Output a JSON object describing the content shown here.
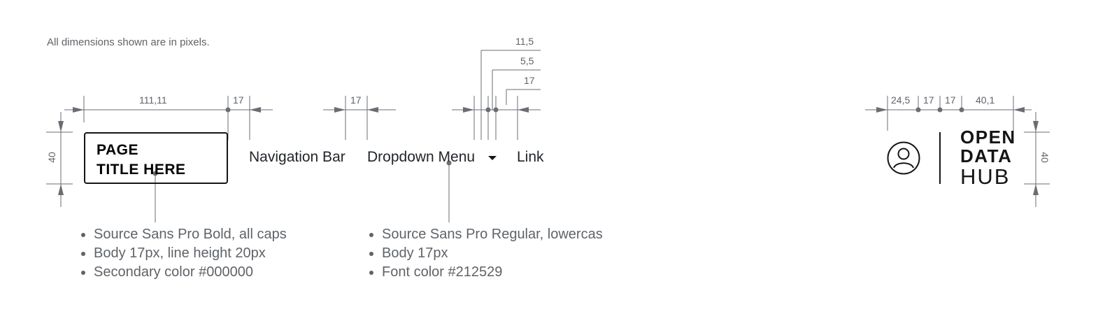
{
  "note": "All dimensions shown are in pixels.",
  "page_title": {
    "line1": "PAGE",
    "line2": "TITLE HERE"
  },
  "nav": {
    "navigation_bar": "Navigation Bar",
    "dropdown_menu": "Dropdown Menu",
    "link": "Link"
  },
  "brand": {
    "line1": "OPEN",
    "line2": "DATA",
    "line3": "HUB"
  },
  "dimensions": {
    "title_width": "111,11",
    "gap_1": "17",
    "gap_2": "17",
    "dd_11_5": "11,5",
    "dd_5_5": "5,5",
    "dd_17": "17",
    "height_left": "40",
    "r_24_5": "24,5",
    "r_17a": "17",
    "r_17b": "17",
    "r_40_1": "40,1",
    "height_right": "40"
  },
  "notes_left": [
    "Source Sans Pro Bold, all caps",
    "Body 17px, line height 20px",
    "Secondary color #000000"
  ],
  "notes_right": [
    "Source Sans Pro Regular, lowercas",
    "Body 17px",
    "Font color #212529"
  ],
  "colors": {
    "line": "#6a6e73",
    "text": "#212529",
    "border": "#151515"
  },
  "icons": {
    "user": "user-circle-icon",
    "caret": "caret-down-icon"
  }
}
